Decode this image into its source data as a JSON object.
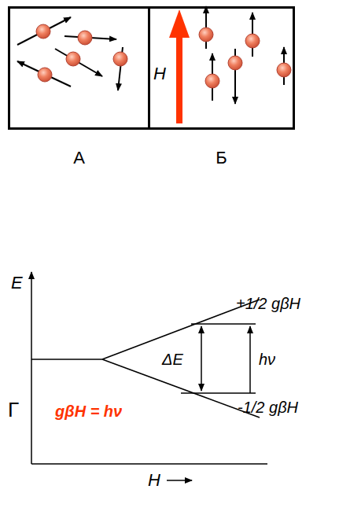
{
  "diagram": {
    "nodes": [
      {
        "text": [
          "А"
        ]
      },
      {
        "text": [
          "H",
          "Б"
        ]
      }
    ],
    "labels": [
      "E",
      "+1/2 gβH",
      "ΔE",
      "hν",
      "-1/2 gβH",
      "Г",
      "gβH = hν",
      "H"
    ]
  }
}
